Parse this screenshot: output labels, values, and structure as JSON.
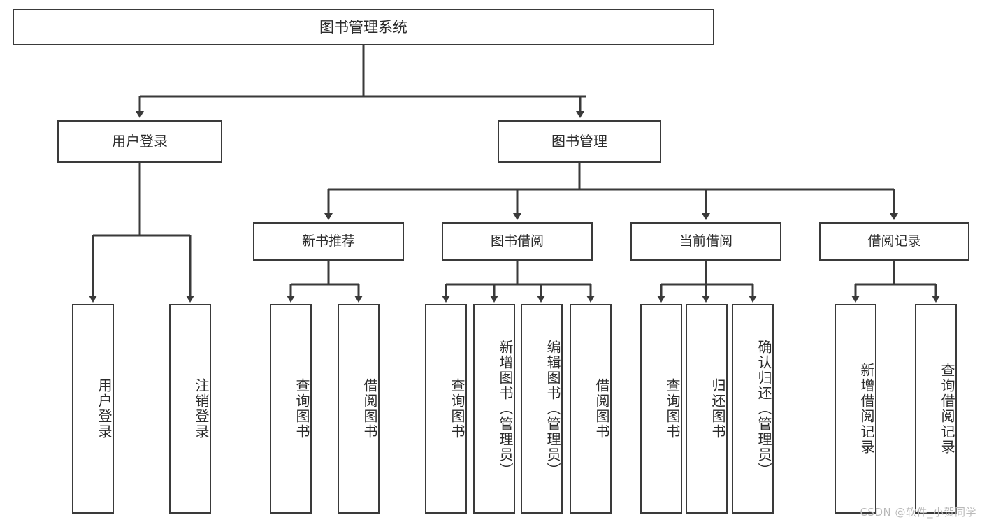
{
  "diagram": {
    "title": "图书管理系统",
    "type": "tree",
    "watermark": "CSDN @软件_小贺同学",
    "colors": {
      "stroke": "#3a3a3a",
      "box_fill": "#ffffff",
      "text": "#2b2b2b",
      "background": "#ffffff",
      "watermark": "#b9b9b9"
    },
    "root": {
      "label": "图书管理系统"
    },
    "level1": [
      {
        "label": "用户登录"
      },
      {
        "label": "图书管理"
      }
    ],
    "level2": [
      {
        "label": "新书推荐"
      },
      {
        "label": "图书借阅"
      },
      {
        "label": "当前借阅"
      },
      {
        "label": "借阅记录"
      }
    ],
    "leaves": {
      "user_login": [
        {
          "label": "用户登录"
        },
        {
          "label": "注销登录"
        }
      ],
      "new_book_recommend": [
        {
          "label": "查询图书"
        },
        {
          "label": "借阅图书"
        }
      ],
      "book_borrow": [
        {
          "label": "查询图书"
        },
        {
          "label": "新增图书（管理员）"
        },
        {
          "label": "编辑图书（管理员）"
        },
        {
          "label": "借阅图书"
        }
      ],
      "current_borrow": [
        {
          "label": "查询图书"
        },
        {
          "label": "归还图书"
        },
        {
          "label": "确认归还（管理员）"
        }
      ],
      "borrow_record": [
        {
          "label": "新增借阅记录"
        },
        {
          "label": "查询借阅记录"
        }
      ]
    }
  }
}
